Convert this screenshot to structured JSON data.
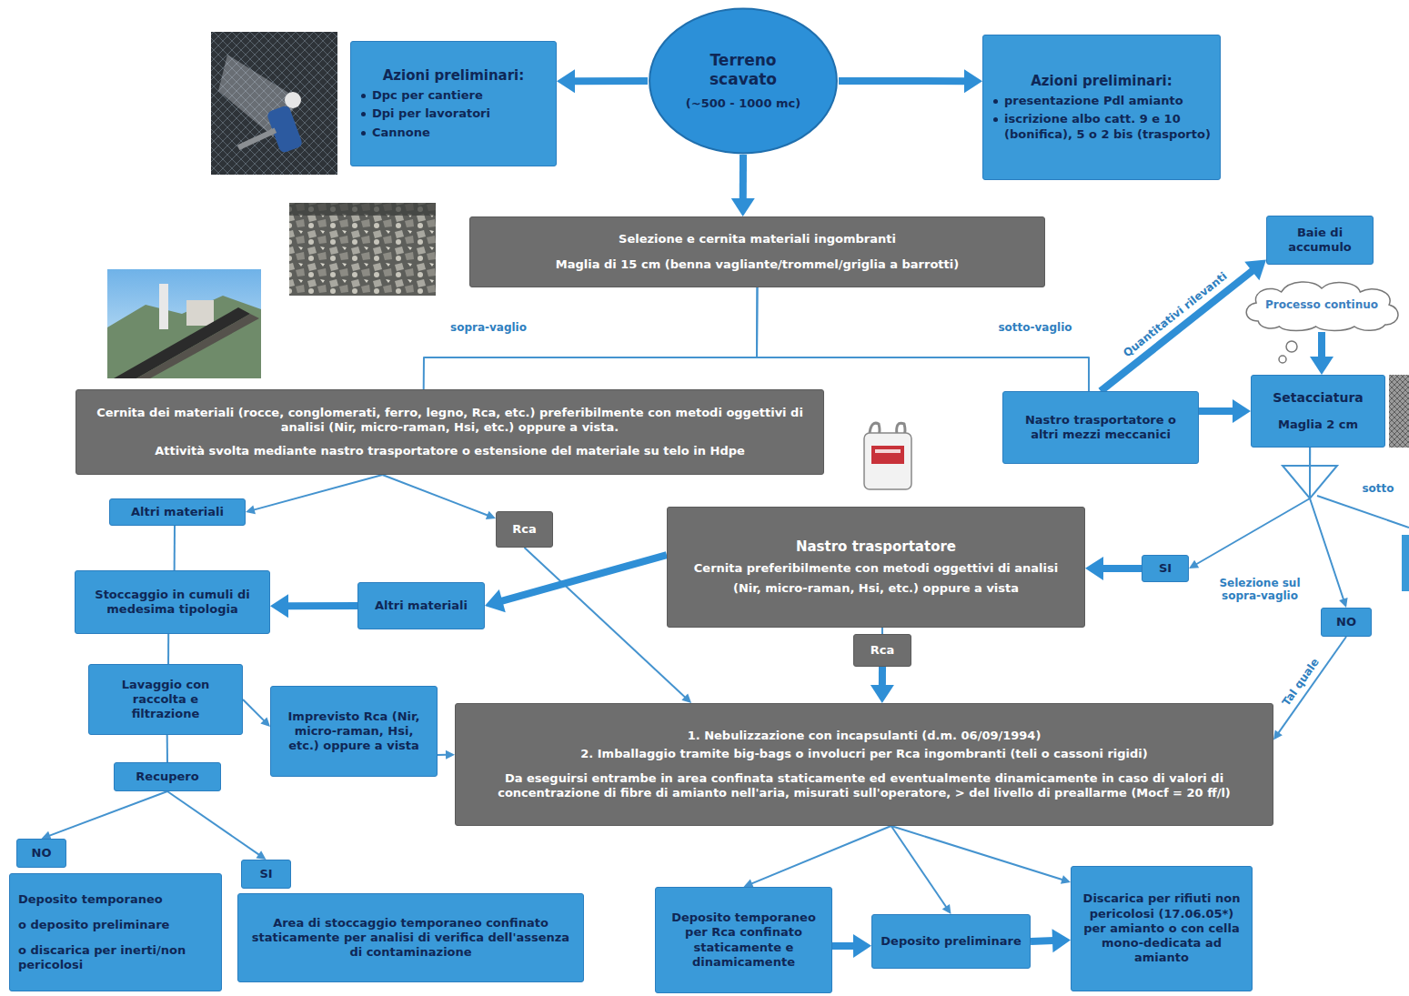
{
  "diagram": {
    "nodes": [
      {
        "text": [
          "Azioni preliminari:",
          "Dpc per cantiere",
          "Dpi per lavoratori",
          "Cannone"
        ]
      },
      {
        "text": [
          "Terreno scavato",
          "(~500 - 1000 mc)"
        ]
      },
      {
        "text": [
          "Azioni preliminari:",
          "presentazione Pdl amianto",
          "iscrizione albo catt. 9 e 10 (bonifica), 5 o 2 bis (trasporto)"
        ]
      },
      {
        "text": [
          "Selezione e cernita materiali ingombranti",
          "Maglia di 15 cm (benna vagliante/trommel/griglia a barrotti)"
        ]
      },
      {
        "text": [
          "Baie di accumulo"
        ]
      },
      {
        "text": [
          "Processo continuo"
        ]
      },
      {
        "text": [
          "Cernita dei materiali (rocce, conglomerati, ferro, legno, Rca, etc.) preferibilmente con metodi oggettivi di analisi (Nir, micro-raman, Hsi, etc.) oppure a vista.",
          "Attività svolta mediante nastro trasportatore o estensione del materiale su telo in Hdpe"
        ]
      },
      {
        "text": [
          "Nastro trasportatore o altri mezzi meccanici"
        ]
      },
      {
        "text": [
          "Setacciatura",
          "Maglia 2 cm"
        ]
      },
      {
        "text": [
          "Altri materiali"
        ]
      },
      {
        "text": [
          "Rca"
        ]
      },
      {
        "text": [
          "Nastro trasportatore",
          "Cernita preferibilmente con metodi oggettivi di analisi",
          "(Nir, micro-raman, Hsi, etc.) oppure a vista"
        ]
      },
      {
        "text": [
          "SI"
        ]
      },
      {
        "text": [
          "Stoccaggio in cumuli di medesima tipologia"
        ]
      },
      {
        "text": [
          "Altri materiali"
        ]
      },
      {
        "text": [
          "NO"
        ]
      },
      {
        "text": [
          "Rca"
        ]
      },
      {
        "text": [
          "Lavaggio con raccolta e filtrazione"
        ]
      },
      {
        "text": [
          "Imprevisto Rca (Nir, micro-raman, Hsi, etc.) oppure a vista"
        ]
      },
      {
        "text": [
          "1. Nebulizzazione con incapsulanti (d.m. 06/09/1994)",
          "2. Imballaggio tramite big-bags o involucri per Rca ingombranti (teli o cassoni rigidi)",
          "Da eseguirsi entrambe in area confinata staticamente ed eventualmente dinamicamente in caso di valori di concentrazione di fibre di amianto nell'aria, misurati sull'operatore, > del livello di preallarme (Mocf = 20 ff/l)"
        ]
      },
      {
        "text": [
          "Recupero"
        ]
      },
      {
        "text": [
          "NO"
        ]
      },
      {
        "text": [
          "SI"
        ]
      },
      {
        "text": [
          "Deposito temporaneo",
          "o deposito preliminare",
          "o discarica per inerti/non pericolosi"
        ]
      },
      {
        "text": [
          "Area di stoccaggio temporaneo confinato staticamente per analisi di verifica dell'assenza di contaminazione"
        ]
      },
      {
        "text": [
          "Deposito temporaneo per Rca confinato staticamente e dinamicamente"
        ]
      },
      {
        "text": [
          "Deposito preliminare"
        ]
      },
      {
        "text": [
          "Discarica per rifiuti non pericolosi (17.06.05*) per amianto o con cella mono-dedicata ad amianto"
        ]
      }
    ],
    "edges": [
      {
        "from": 1,
        "to": 0,
        "arrow": "to"
      },
      {
        "from": 1,
        "to": 2,
        "arrow": "to"
      },
      {
        "from": 1,
        "to": 3,
        "arrow": "to"
      },
      {
        "from": 3,
        "to": 6,
        "label": "sopra-vaglio",
        "arrow": "none"
      },
      {
        "from": 3,
        "to": 7,
        "label": "sotto-vaglio",
        "arrow": "none"
      },
      {
        "from": 7,
        "to": 4,
        "label": "Quantitativi rilevanti",
        "arrow": "to"
      },
      {
        "from": 7,
        "to": 8,
        "arrow": "to"
      },
      {
        "from": 5,
        "to": 8,
        "arrow": "to"
      },
      {
        "from": 6,
        "to": 9,
        "arrow": "to"
      },
      {
        "from": 6,
        "to": 10,
        "arrow": "to"
      },
      {
        "from": 10,
        "to": 19,
        "arrow": "to"
      },
      {
        "from": 9,
        "to": 13,
        "arrow": "none"
      },
      {
        "from": 8,
        "to": 12,
        "label": "Selezione sul sopra-vaglio",
        "arrow": "to"
      },
      {
        "from": 8,
        "to": 15,
        "arrow": "to"
      },
      {
        "from": 15,
        "to": 19,
        "label": "Tal quale",
        "arrow": "to"
      },
      {
        "from": 12,
        "to": 11,
        "arrow": "to"
      },
      {
        "from": 11,
        "to": 14,
        "arrow": "to"
      },
      {
        "from": 14,
        "to": 13,
        "arrow": "to"
      },
      {
        "from": 11,
        "to": 16,
        "arrow": "none"
      },
      {
        "from": 16,
        "to": 19,
        "arrow": "to"
      },
      {
        "from": 13,
        "to": 17,
        "arrow": "none"
      },
      {
        "from": 17,
        "to": 18,
        "arrow": "to"
      },
      {
        "from": 18,
        "to": 19,
        "arrow": "to"
      },
      {
        "from": 17,
        "to": 20,
        "arrow": "none"
      },
      {
        "from": 20,
        "to": 21,
        "arrow": "to"
      },
      {
        "from": 20,
        "to": 22,
        "arrow": "to"
      },
      {
        "from": 19,
        "to": 25,
        "arrow": "to"
      },
      {
        "from": 19,
        "to": 26,
        "arrow": "to"
      },
      {
        "from": 19,
        "to": 27,
        "arrow": "to"
      },
      {
        "from": 25,
        "to": 26,
        "arrow": "to"
      },
      {
        "from": 26,
        "to": 27,
        "arrow": "to"
      }
    ],
    "labels": [
      "sotto"
    ]
  }
}
